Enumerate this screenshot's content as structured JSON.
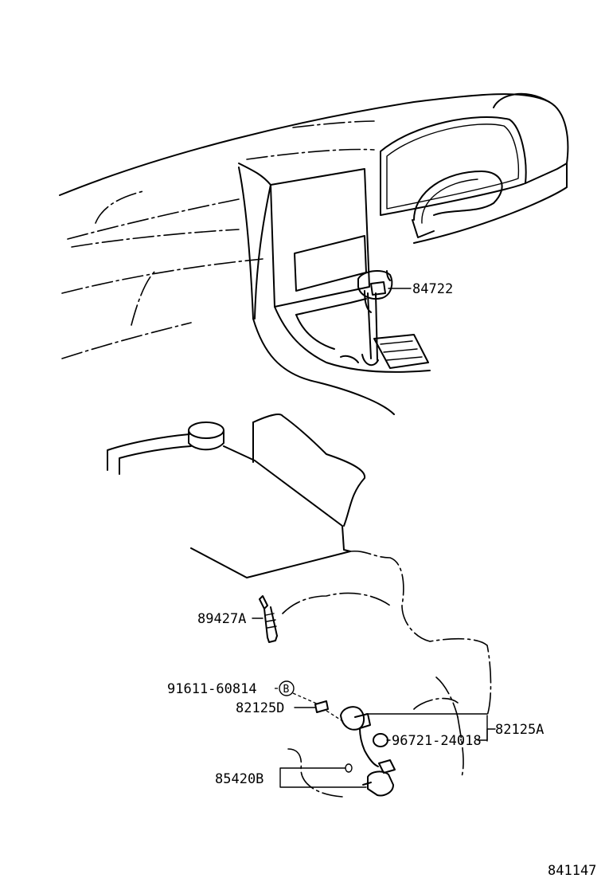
{
  "diagram": {
    "parts": [
      {
        "id": "p84722",
        "number": "84722"
      },
      {
        "id": "p89427A",
        "number": "89427A"
      },
      {
        "id": "p91611",
        "number": "91611-60814",
        "marker": "B"
      },
      {
        "id": "p82125D",
        "number": "82125D"
      },
      {
        "id": "p96721",
        "number": "96721-24018"
      },
      {
        "id": "p82125A",
        "number": "82125A"
      },
      {
        "id": "p85420B",
        "number": "85420B"
      }
    ],
    "figure_number": "841147"
  }
}
